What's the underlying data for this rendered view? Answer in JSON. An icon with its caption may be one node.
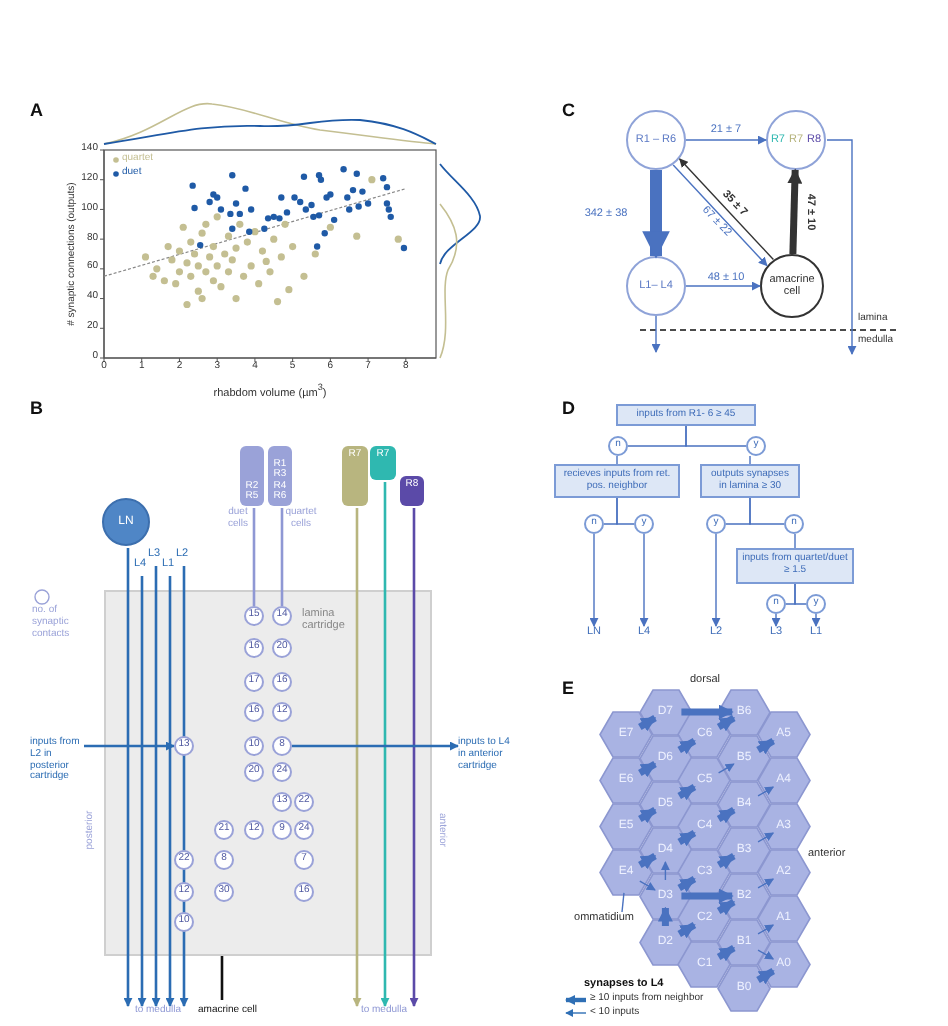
{
  "diagram": {
    "nodes": [
      {
        "text": [
          "LN"
        ]
      },
      {
        "text": [
          "R2 R5"
        ],
        "beside": [
          "duet cells"
        ]
      },
      {
        "text": [
          "R1 R3 R4 R6"
        ],
        "beside": [
          "quartet cells"
        ]
      },
      {
        "text": [
          "R7"
        ]
      },
      {
        "text": [
          "R7"
        ]
      },
      {
        "text": [
          "R8"
        ]
      },
      {
        "text": [
          "lamina cartridge"
        ],
        "beside": [
          "posterior",
          "anterior"
        ]
      },
      {
        "text": [
          "15"
        ],
        "in": 6
      },
      {
        "text": [
          "14"
        ],
        "in": 6
      },
      {
        "text": [
          "16"
        ],
        "in": 6
      },
      {
        "text": [
          "20"
        ],
        "in": 6
      },
      {
        "text": [
          "17"
        ],
        "in": 6
      },
      {
        "text": [
          "16"
        ],
        "in": 6
      },
      {
        "text": [
          "16"
        ],
        "in": 6
      },
      {
        "text": [
          "12"
        ],
        "in": 6
      },
      {
        "text": [
          "13"
        ],
        "in": 6
      },
      {
        "text": [
          "10"
        ],
        "in": 6
      },
      {
        "text": [
          "8"
        ],
        "in": 6
      },
      {
        "text": [
          "20"
        ],
        "in": 6
      },
      {
        "text": [
          "24"
        ],
        "in": 6
      },
      {
        "text": [
          "13"
        ],
        "in": 6
      },
      {
        "text": [
          "22"
        ],
        "in": 6
      },
      {
        "text": [
          "21"
        ],
        "in": 6
      },
      {
        "text": [
          "12"
        ],
        "in": 6
      },
      {
        "text": [
          "9"
        ],
        "in": 6
      },
      {
        "text": [
          "24"
        ],
        "in": 6
      },
      {
        "text": [
          "22"
        ],
        "in": 6
      },
      {
        "text": [
          "8"
        ],
        "in": 6
      },
      {
        "text": [
          "7"
        ],
        "in": 6
      },
      {
        "text": [
          "12"
        ],
        "in": 6
      },
      {
        "text": [
          "30"
        ],
        "in": 6
      },
      {
        "text": [
          "16"
        ],
        "in": 6
      },
      {
        "text": [
          "10"
        ],
        "in": 6
      },
      {
        "text": [
          "R1 – R6"
        ]
      },
      {
        "text": [
          "R7",
          "R7",
          "R8"
        ]
      },
      {
        "text": [
          "L1– L4"
        ]
      },
      {
        "text": [
          "amacrine cell"
        ]
      },
      {
        "text": [
          "inputs from R1- 6 ≥ 45"
        ]
      },
      {
        "text": [
          "n"
        ]
      },
      {
        "text": [
          "y"
        ]
      },
      {
        "text": [
          "recieves inputs from ret. pos. neighbor"
        ]
      },
      {
        "text": [
          "outputs synapses in lamina ≥ 30"
        ]
      },
      {
        "text": [
          "n"
        ]
      },
      {
        "text": [
          "y"
        ]
      },
      {
        "text": [
          "y"
        ]
      },
      {
        "text": [
          "n"
        ]
      },
      {
        "text": [
          "inputs from quartet/duet ≥ 1.5"
        ]
      },
      {
        "text": [
          "n"
        ]
      },
      {
        "text": [
          "y"
        ]
      },
      {
        "text": [
          "LN"
        ]
      },
      {
        "text": [
          "L4"
        ]
      },
      {
        "text": [
          "L2"
        ]
      },
      {
        "text": [
          "L3"
        ]
      },
      {
        "text": [
          "L1"
        ]
      },
      {
        "text": [
          "D7"
        ]
      },
      {
        "text": [
          "B6"
        ]
      },
      {
        "text": [
          "E7"
        ]
      },
      {
        "text": [
          "C6"
        ]
      },
      {
        "text": [
          "A5"
        ]
      },
      {
        "text": [
          "D6"
        ]
      },
      {
        "text": [
          "B5"
        ]
      },
      {
        "text": [
          "E6"
        ]
      },
      {
        "text": [
          "C5"
        ]
      },
      {
        "text": [
          "A4"
        ]
      },
      {
        "text": [
          "D5"
        ]
      },
      {
        "text": [
          "B4"
        ]
      },
      {
        "text": [
          "E5"
        ]
      },
      {
        "text": [
          "C4"
        ]
      },
      {
        "text": [
          "A3"
        ]
      },
      {
        "text": [
          "D4"
        ]
      },
      {
        "text": [
          "B3"
        ]
      },
      {
        "text": [
          "E4"
        ]
      },
      {
        "text": [
          "C3"
        ]
      },
      {
        "text": [
          "A2"
        ]
      },
      {
        "text": [
          "D3"
        ]
      },
      {
        "text": [
          "B2"
        ]
      },
      {
        "text": [
          "C2"
        ]
      },
      {
        "text": [
          "A1"
        ]
      },
      {
        "text": [
          "D2"
        ]
      },
      {
        "text": [
          "B1"
        ]
      },
      {
        "text": [
          "C1"
        ]
      },
      {
        "text": [
          "A0"
        ]
      },
      {
        "text": [
          "B0"
        ]
      },
      {
        "text": [
          "ommatidium"
        ]
      },
      {
        "text": [
          "to medulla"
        ]
      },
      {
        "text": [
          "to medulla"
        ]
      },
      {
        "text": [
          "L4"
        ]
      },
      {
        "text": [
          "L3"
        ]
      },
      {
        "text": [
          "L1"
        ]
      },
      {
        "text": [
          "L2"
        ]
      },
      {
        "text": [
          "inputs from L2 in posterior cartridge"
        ]
      },
      {
        "text": [
          "inputs to L4 in anterior cartridge"
        ]
      },
      {
        "text": [
          "medulla"
        ]
      }
    ],
    "edges": [
      {
        "from": 33,
        "to": 34,
        "arrow": "to",
        "label": "21 ± 7"
      },
      {
        "from": 33,
        "to": 35,
        "arrow": "to",
        "label": "342 ± 38",
        "style": "thick"
      },
      {
        "from": 36,
        "to": 33,
        "arrow": "to",
        "label": "35 ± 7",
        "color": "#333333"
      },
      {
        "from": 33,
        "to": 36,
        "arrow": "to",
        "label": "67 ± 22"
      },
      {
        "from": 35,
        "to": 36,
        "arrow": "to",
        "label": "48 ± 10"
      },
      {
        "from": 36,
        "to": 34,
        "arrow": "to",
        "label": "47 ± 10",
        "color": "#333333",
        "style": "thick"
      },
      {
        "from": 35,
        "to": null,
        "arrow": "to"
      },
      {
        "from": 34,
        "to": 92,
        "arrow": "to"
      },
      {
        "from": 37,
        "to": 38,
        "arrow": "none"
      },
      {
        "from": 37,
        "to": 39,
        "arrow": "none"
      },
      {
        "from": 38,
        "to": 40,
        "arrow": "none"
      },
      {
        "from": 39,
        "to": 41,
        "arrow": "none"
      },
      {
        "from": 40,
        "to": 42,
        "arrow": "none"
      },
      {
        "from": 40,
        "to": 43,
        "arrow": "none"
      },
      {
        "from": 41,
        "to": 44,
        "arrow": "none"
      },
      {
        "from": 41,
        "to": 45,
        "arrow": "none"
      },
      {
        "from": 42,
        "to": 49,
        "arrow": "to"
      },
      {
        "from": 43,
        "to": 50,
        "arrow": "to"
      },
      {
        "from": 44,
        "to": 51,
        "arrow": "to"
      },
      {
        "from": 45,
        "to": 46,
        "arrow": "none"
      },
      {
        "from": 46,
        "to": 47,
        "arrow": "none"
      },
      {
        "from": 46,
        "to": 48,
        "arrow": "none"
      },
      {
        "from": 47,
        "to": 52,
        "arrow": "to"
      },
      {
        "from": 48,
        "to": 53,
        "arrow": "to"
      },
      {
        "from": 56,
        "to": 54,
        "arrow": "to",
        "style": "thick"
      },
      {
        "from": 54,
        "to": 55,
        "arrow": "to",
        "style": "thick"
      },
      {
        "from": 59,
        "to": 57,
        "arrow": "to",
        "style": "thick"
      },
      {
        "from": 57,
        "to": 55,
        "arrow": "to",
        "style": "thick"
      },
      {
        "from": 60,
        "to": 58,
        "arrow": "to",
        "style": "thick"
      },
      {
        "from": 61,
        "to": 59,
        "arrow": "to",
        "style": "thick"
      },
      {
        "from": 62,
        "to": 60,
        "arrow": "to"
      },
      {
        "from": 64,
        "to": 62,
        "arrow": "to",
        "style": "thick"
      },
      {
        "from": 65,
        "to": 63,
        "arrow": "to"
      },
      {
        "from": 66,
        "to": 64,
        "arrow": "to",
        "style": "thick"
      },
      {
        "from": 67,
        "to": 65,
        "arrow": "to",
        "style": "thick"
      },
      {
        "from": 69,
        "to": 67,
        "arrow": "to",
        "style": "thick"
      },
      {
        "from": 70,
        "to": 68,
        "arrow": "to"
      },
      {
        "from": 71,
        "to": 69,
        "arrow": "to",
        "style": "thick"
      },
      {
        "from": 74,
        "to": 69,
        "arrow": "to"
      },
      {
        "from": 72,
        "to": 70,
        "arrow": "to",
        "style": "thick"
      },
      {
        "from": 74,
        "to": 72,
        "arrow": "to",
        "style": "thick"
      },
      {
        "from": 75,
        "to": 73,
        "arrow": "to"
      },
      {
        "from": 71,
        "to": 74,
        "arrow": "to"
      },
      {
        "from": 74,
        "to": 75,
        "arrow": "to",
        "style": "thick"
      },
      {
        "from": 78,
        "to": 74,
        "arrow": "to",
        "style": "thick"
      },
      {
        "from": 76,
        "to": 75,
        "arrow": "to",
        "style": "thick"
      },
      {
        "from": 78,
        "to": 76,
        "arrow": "to",
        "style": "thick"
      },
      {
        "from": 79,
        "to": 77,
        "arrow": "to"
      },
      {
        "from": 80,
        "to": 79,
        "arrow": "to",
        "style": "thick"
      },
      {
        "from": 79,
        "to": 81,
        "arrow": "to"
      },
      {
        "from": 82,
        "to": 81,
        "arrow": "to",
        "style": "thick"
      },
      {
        "from": 83,
        "to": 71,
        "arrow": "none"
      },
      {
        "from": 0,
        "to": 84,
        "arrow": "to",
        "color": "#2b6cb3"
      },
      {
        "from": 3,
        "to": 85,
        "arrow": "to",
        "color": "#b8b57f"
      },
      {
        "from": 4,
        "to": 85,
        "arrow": "to",
        "color": "#2fb8b0"
      },
      {
        "from": 5,
        "to": 85,
        "arrow": "to",
        "color": "#5b4aa8"
      },
      {
        "from": 1,
        "to": 7,
        "arrow": "none",
        "color": "#8f98d4"
      },
      {
        "from": 2,
        "to": 8,
        "arrow": "none",
        "color": "#8f98d4"
      },
      {
        "from": 86,
        "to": 84,
        "arrow": "to",
        "color": "#2b6cb3"
      },
      {
        "from": 87,
        "to": 84,
        "arrow": "to",
        "color": "#2b6cb3"
      },
      {
        "from": 88,
        "to": 84,
        "arrow": "to",
        "color": "#2b6cb3"
      },
      {
        "from": 89,
        "to": 84,
        "arrow": "to",
        "color": "#2b6cb3"
      },
      {
        "from": 90,
        "to": 15,
        "arrow": "to",
        "color": "#2b6cb3"
      },
      {
        "from": 17,
        "to": 91,
        "arrow": "to",
        "color": "#2b6cb3"
      }
    ],
    "labels": [
      "A",
      "C",
      "lamina",
      "B",
      "D",
      "E",
      "dorsal",
      "anterior",
      "amacrine cell",
      "synapses to L4"
    ],
    "legend": [
      {
        "text": "no. of synaptic contacts"
      },
      {
        "text": "≥ 10 inputs from neighbor"
      },
      {
        "text": "< 10 inputs"
      }
    ],
    "chart_data": {
      "type": "scatter",
      "xlabel": "rhabdom volume (µm$^{3}$)",
      "ylabel": "# synaptic connections (outputs)",
      "xlim": [
        0,
        8.8
      ],
      "ylim": [
        0,
        140
      ],
      "xticks": [
        0,
        1,
        2,
        3,
        4,
        5,
        6,
        7,
        8
      ],
      "yticks": [
        0,
        20,
        40,
        60,
        80,
        100,
        120,
        140
      ],
      "series": [
        {
          "type": "line",
          "color": "#888888",
          "line_style": "dashed",
          "x": [
            0,
            8
          ],
          "values": [
            55,
            114
          ]
        },
        {
          "name": "quartet",
          "color": "#c4bf92",
          "x": [
            1.1,
            1.3,
            1.4,
            1.6,
            1.8,
            1.9,
            2.0,
            2.0,
            2.1,
            2.2,
            2.3,
            2.3,
            2.4,
            2.5,
            2.5,
            2.6,
            2.7,
            2.7,
            2.8,
            2.9,
            2.9,
            3.0,
            3.0,
            3.1,
            3.2,
            3.3,
            3.3,
            3.4,
            3.5,
            3.5,
            3.6,
            3.7,
            3.8,
            3.9,
            4.0,
            4.1,
            4.2,
            4.3,
            4.4,
            4.5,
            4.6,
            4.7,
            4.8,
            4.9,
            5.0,
            5.3,
            5.6,
            6.0,
            6.7,
            7.1,
            7.8,
            2.2,
            1.7,
            2.6
          ],
          "values": [
            68,
            55,
            60,
            52,
            66,
            50,
            58,
            72,
            88,
            64,
            55,
            78,
            70,
            62,
            45,
            84,
            58,
            90,
            68,
            52,
            75,
            62,
            95,
            48,
            70,
            58,
            82,
            66,
            40,
            74,
            90,
            55,
            78,
            62,
            85,
            50,
            72,
            65,
            58,
            80,
            38,
            68,
            90,
            46,
            75,
            55,
            70,
            88,
            82,
            120,
            80,
            36,
            75,
            40
          ]
        },
        {
          "name": "duet",
          "color": "#1f5aa6",
          "x": [
            2.35,
            2.4,
            2.55,
            2.8,
            2.9,
            3.0,
            3.1,
            3.4,
            3.35,
            3.5,
            3.6,
            3.75,
            3.9,
            3.85,
            3.4,
            4.25,
            4.35,
            4.5,
            4.65,
            4.7,
            5.05,
            4.85,
            5.2,
            5.3,
            5.35,
            5.5,
            5.55,
            5.65,
            5.7,
            5.75,
            5.7,
            5.9,
            5.85,
            6.0,
            6.1,
            6.35,
            6.45,
            6.5,
            6.6,
            6.7,
            6.75,
            6.85,
            7.0,
            7.4,
            7.5,
            7.5,
            7.55,
            7.6,
            7.95
          ],
          "values": [
            116,
            101,
            76,
            105,
            110,
            108,
            100,
            123,
            97,
            104,
            97,
            114,
            100,
            85,
            87,
            87,
            94,
            95,
            94,
            108,
            108,
            98,
            105,
            122,
            100,
            103,
            95,
            75,
            123,
            120,
            96,
            108,
            84,
            110,
            93,
            127,
            108,
            100,
            113,
            124,
            102,
            112,
            104,
            121,
            115,
            104,
            100,
            95,
            74
          ]
        }
      ]
    }
  }
}
